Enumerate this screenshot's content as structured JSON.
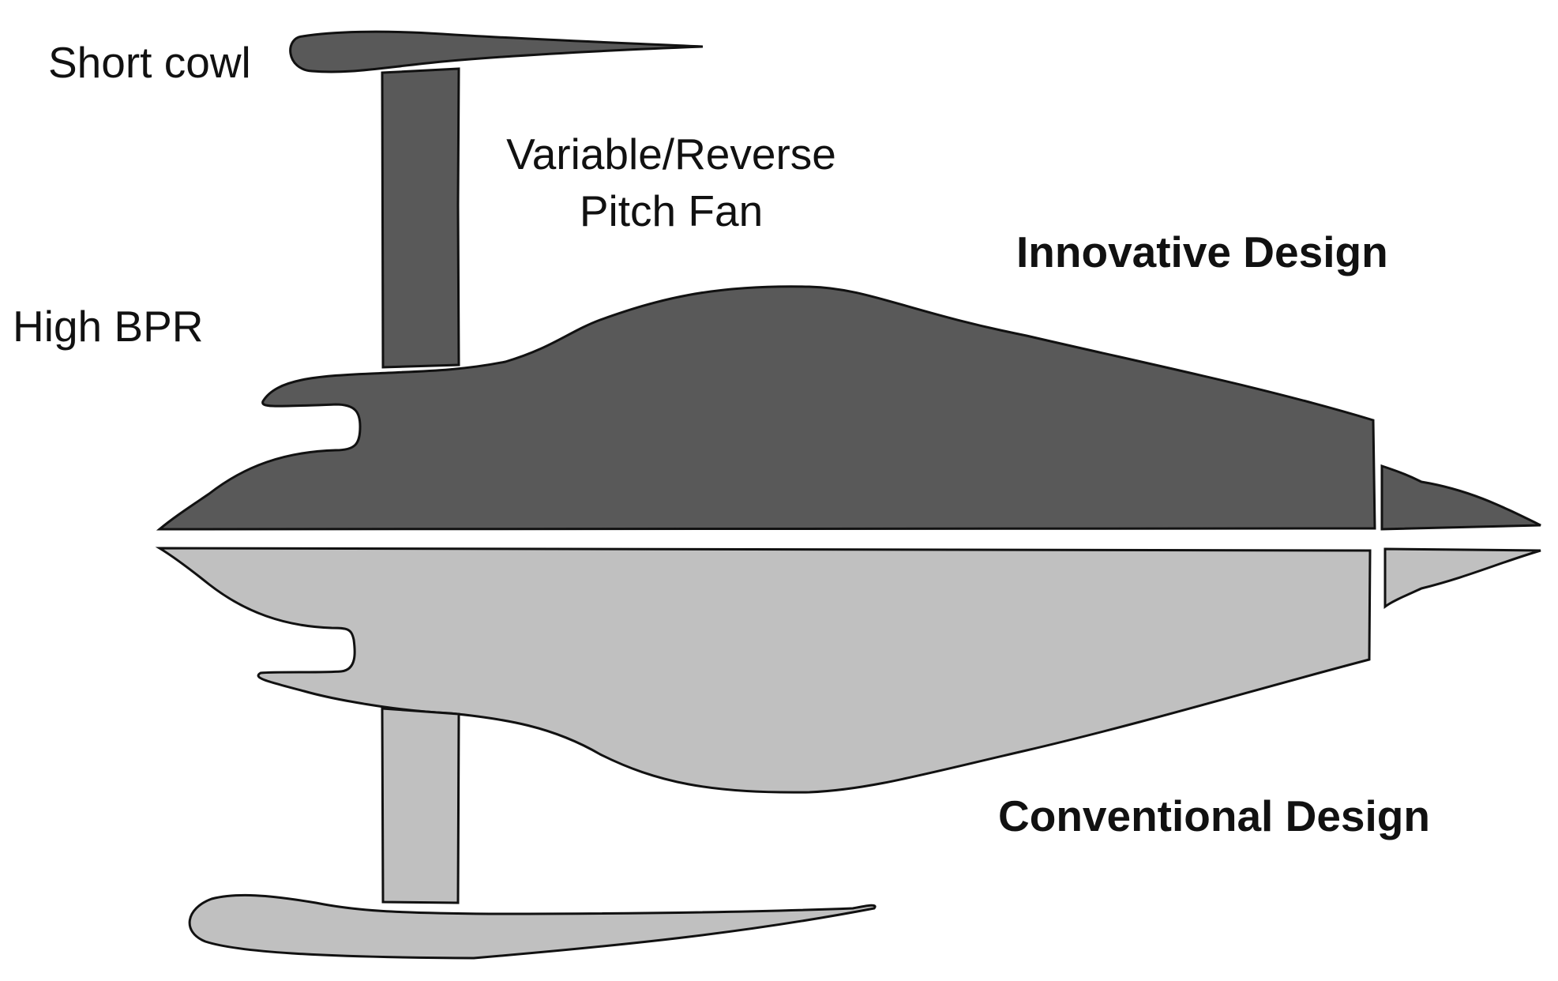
{
  "labels": {
    "short_cowl": "Short cowl",
    "variable_pitch_line1": "Variable/Reverse",
    "variable_pitch_line2": "Pitch Fan",
    "high_bpr": "High BPR",
    "innovative_design": "Innovative Design",
    "conventional_design": "Conventional Design"
  },
  "colors": {
    "innovative_fill": "#595959",
    "conventional_fill": "#c0c0c0",
    "outline": "#111111",
    "background": "#ffffff"
  }
}
